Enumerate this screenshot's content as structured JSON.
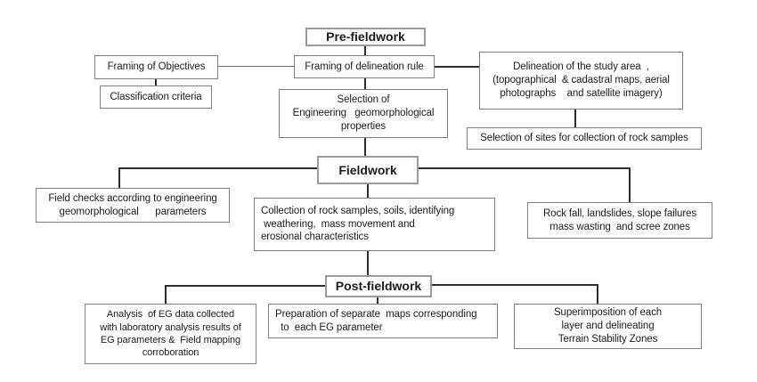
{
  "diagram": {
    "nodes": {
      "pre_fieldwork": {
        "label": "Pre-fieldwork"
      },
      "framing_objectives": {
        "label": "Framing of Objectives"
      },
      "framing_delineation": {
        "label": "Framing of delineation rule"
      },
      "delineation_area": {
        "label": "Delineation of the study area  ,\n(topographical  & cadastral maps, aerial\nphotographs    and satellite imagery)"
      },
      "classification": {
        "label": "Classification criteria"
      },
      "selection_properties": {
        "label": "Selection of\nEngineering   geomorphological\nproperties"
      },
      "selection_sites": {
        "label": "Selection of sites for collection of rock samples"
      },
      "fieldwork": {
        "label": "Fieldwork"
      },
      "field_checks": {
        "label": "Field checks according to engineering\ngeomorphological      parameters"
      },
      "collection": {
        "label": "Collection of rock samples, soils, identifying\n weathering,  mass movement and\nerosional characteristics"
      },
      "rock_fall": {
        "label": "Rock fall, landslides, slope failures\nmass wasting  and scree zones"
      },
      "post_fieldwork": {
        "label": "Post-fieldwork"
      },
      "analysis": {
        "label": "Analysis  of EG data collected\nwith laboratory analysis results of\nEG parameters &  Field mapping\ncorroboration"
      },
      "preparation": {
        "label": "Preparation of separate  maps corresponding\n  to  each EG parameter"
      },
      "superimposition": {
        "label": "Superimposition of each\nlayer and delineating\nTerrain Stability Zones"
      }
    },
    "colors": {
      "background": "#ffffff",
      "box_border": "#7f7f7f",
      "header_border": "#9a9a9a",
      "connector": "#2e2e2e",
      "text": "#1c1c1c"
    }
  }
}
